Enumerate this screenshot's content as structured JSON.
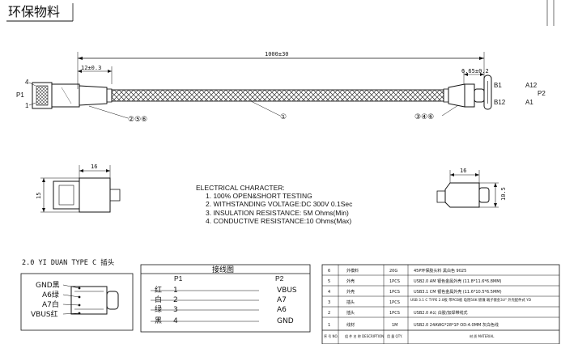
{
  "title": "环保物料",
  "dimensions": {
    "overall_length": "1000±30",
    "left_plug_length": "12±0.3",
    "right_plug_length": "6.65±0.2",
    "front_width_left": "16",
    "front_height_left": "15",
    "front_width_right": "16",
    "front_height_right": "10.5"
  },
  "left_connector": {
    "name": "P1",
    "pin_top": "4",
    "pin_bottom": "1"
  },
  "right_connector": {
    "name": "P2",
    "pins": [
      "B1",
      "A12",
      "B12",
      "A1"
    ]
  },
  "balloons": {
    "left_plug": "②⑤⑥",
    "cable": "①",
    "right_plug": "③④⑥"
  },
  "electrical": {
    "heading": "ELECTRICAL CHARACTER:",
    "lines": [
      "1. 100% OPEN&SHORT TESTING",
      "2. WITHSTANDING VOLTAGE:DC 300V 0.1Sec",
      "3. INSULATION RESISTANCE: 5M Ohms(Min)",
      "4. CONDUCTIVE RESISTANCE:10 Ohms(Max)"
    ]
  },
  "typec_label": "2.0 YI DUAN TYPE C 插头",
  "typec_pins": [
    "GND黑",
    "A6绿",
    "A7白",
    "VBUS红"
  ],
  "wiring": {
    "title": "接线图",
    "p1": "P1",
    "p2": "P2",
    "rows": [
      {
        "color": "红",
        "pin": "1",
        "signal": "VBUS"
      },
      {
        "color": "白",
        "pin": "2",
        "signal": "A7"
      },
      {
        "color": "绿",
        "pin": "3",
        "signal": "A6"
      },
      {
        "color": "黑",
        "pin": "4",
        "signal": "GND"
      }
    ]
  },
  "bom": {
    "rows": [
      {
        "no": "6",
        "name": "外模料",
        "spec": "20G",
        "unit": "",
        "desc": "45P环保胶头料 黑白色 9025"
      },
      {
        "no": "5",
        "name": "外壳",
        "spec": "1PCS",
        "unit": "",
        "desc": "USB2.0 AM 银色金属外壳 (11.8*11.6*6.8MM)"
      },
      {
        "no": "4",
        "name": "外壳",
        "spec": "1PCS",
        "unit": "",
        "desc": "USB3.1 CM 银色金属外壳 (11.6*10.5*6.5MM)"
      },
      {
        "no": "3",
        "name": "插头",
        "spec": "1PCS",
        "unit": "",
        "desc": "USB 3.1 C TYPE 2.0板 带PCB板 电阻56K 镀镍 端子镀金3U\" 外壳配件式 YD"
      },
      {
        "no": "2",
        "name": "插头",
        "spec": "1PCS",
        "unit": "",
        "desc": "USB2.0 A公 白胶/加焊带线式"
      },
      {
        "no": "1",
        "name": "线材",
        "spec": "1M",
        "unit": "",
        "desc": "USB2.0 24AWG*28*1P OD:4.0MM 灰白色线"
      }
    ],
    "header": [
      "序 号 NO.",
      "组 件 名 称 DESCRIPTION",
      "用 量 QTY.",
      "",
      "材 质 MATERIAL"
    ]
  }
}
